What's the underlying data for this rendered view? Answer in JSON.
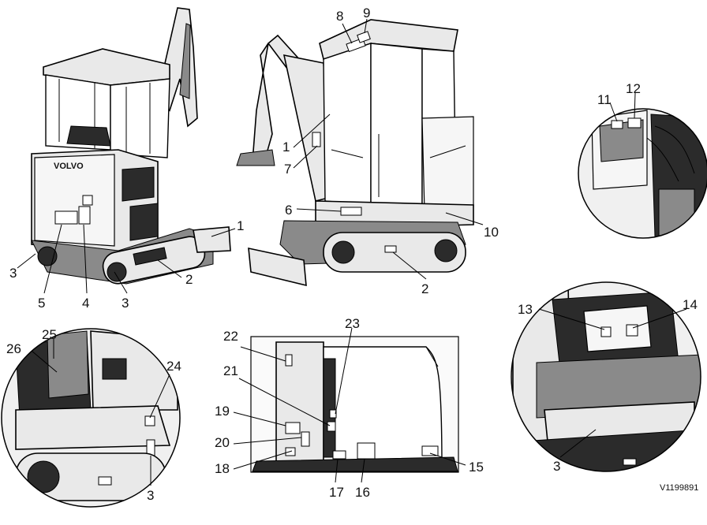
{
  "figure_code": "V1199891",
  "callouts": [
    "1",
    "2",
    "3",
    "4",
    "5",
    "6",
    "7",
    "8",
    "9",
    "10",
    "11",
    "12",
    "13",
    "14",
    "15",
    "16",
    "17",
    "18",
    "19",
    "20",
    "21",
    "22",
    "23",
    "24",
    "25",
    "26"
  ],
  "brand_text": "VOLVO"
}
